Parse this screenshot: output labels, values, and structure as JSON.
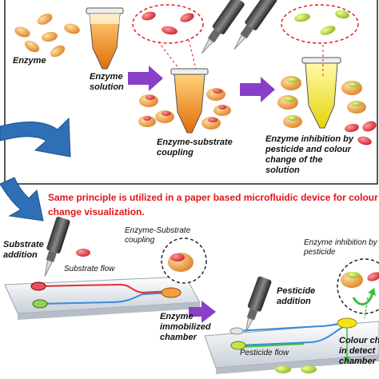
{
  "top_panel": {
    "label_enzyme": "Enzyme",
    "label_enzyme_solution_1": "Enzyme",
    "label_enzyme_solution_2": "solution",
    "label_coupling_1": "Enzyme-substrate",
    "label_coupling_2": "coupling",
    "label_inhibition_1": "Enzyme inhibition by",
    "label_inhibition_2": "pesticide and colour",
    "label_inhibition_3": "change of the",
    "label_inhibition_4": "solution"
  },
  "principle": {
    "line1": "Same principle is utilized in a paper based microfluidic device for colour",
    "line2": "change visualization."
  },
  "bottom_panel": {
    "substrate_addition_1": "Substrate",
    "substrate_addition_2": "addition",
    "substrate_flow": "Substrate flow",
    "coupling_1": "Enzyme-Substrate",
    "coupling_2": "coupling",
    "enzyme_chamber_1": "Enzyme",
    "enzyme_chamber_2": "immobilized",
    "enzyme_chamber_3": "chamber",
    "pesticide_addition_1": "Pesticide",
    "pesticide_addition_2": "addition",
    "pesticide_flow": "Pesticide flow",
    "inhibition_1": "Enzyme inhibition by",
    "inhibition_2": "pesticide",
    "colour_change_1": "Colour ch",
    "colour_change_2": "in detect",
    "colour_change_3": "chamber"
  },
  "colors": {
    "enzyme_orange": "#e8892a",
    "substrate_red": "#d8303a",
    "pesticide_green": "#9ccc2a",
    "solution_orange": "#f08a10",
    "solution_yellow": "#f2e41a",
    "arrow_purple": "#8a3fc8",
    "big_arrow_blue": "#2f6fb5",
    "channel_red": "#e03030",
    "channel_blue": "#3a8ad8",
    "channel_green": "#3cbf3c"
  }
}
